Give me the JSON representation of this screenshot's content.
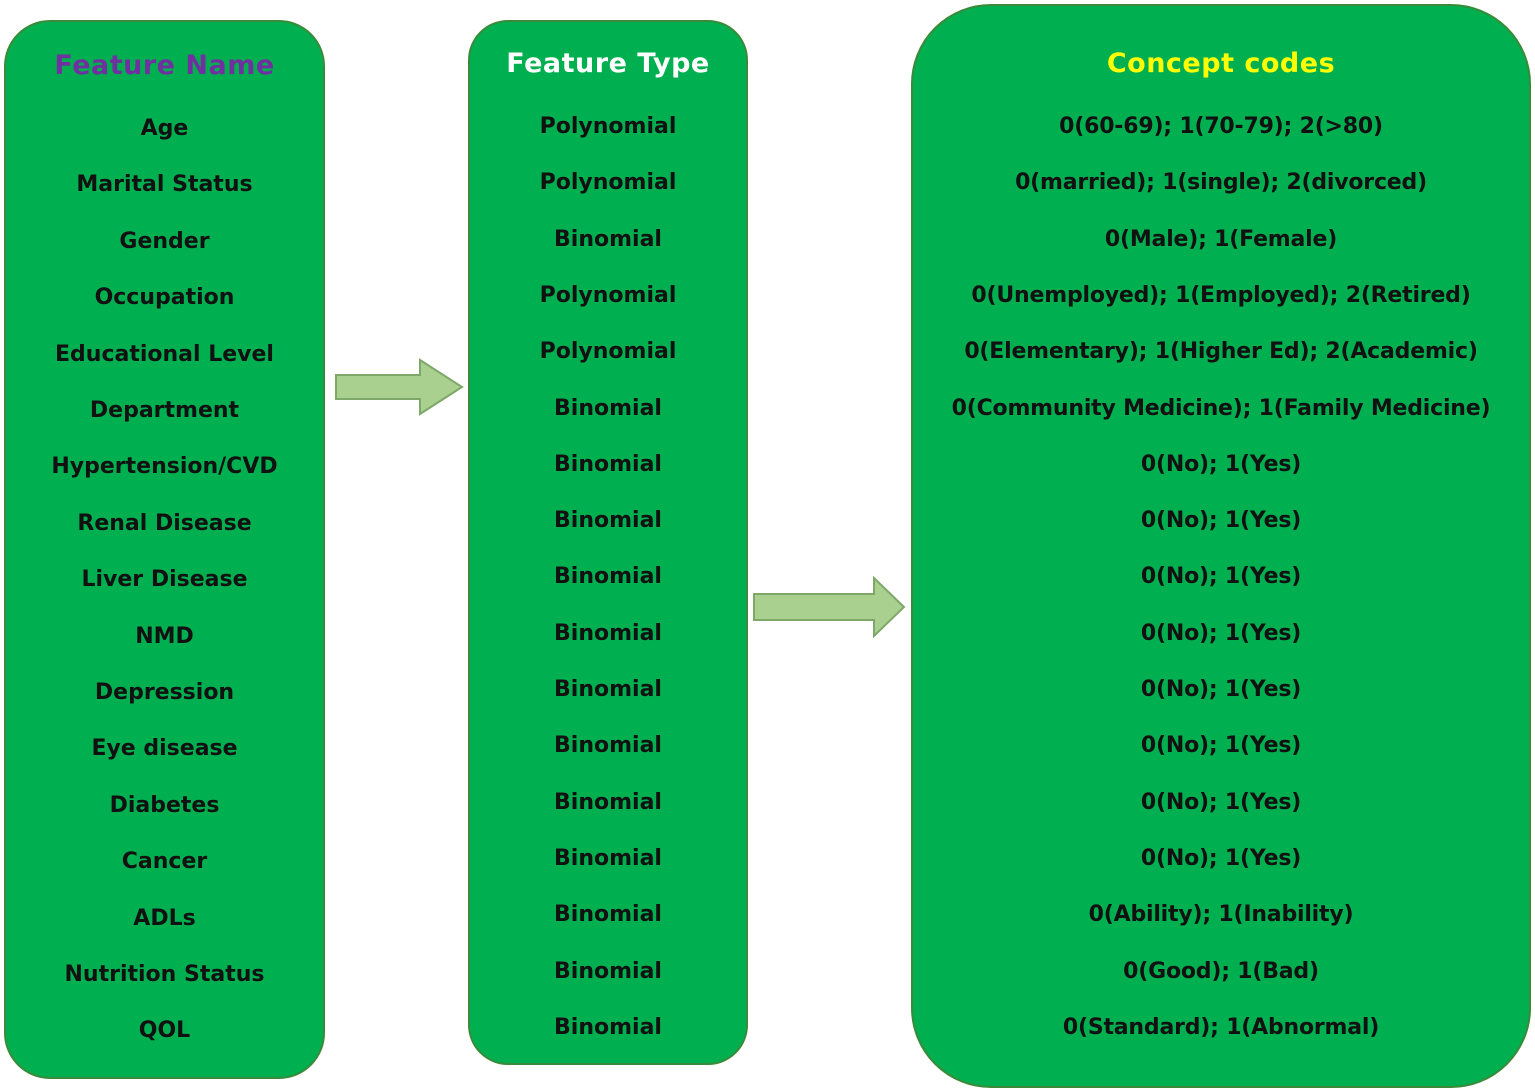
{
  "colors": {
    "panel_fill": "#00b050",
    "panel_border": "#3a8a3a",
    "arrow_fill": "#a9d08e",
    "arrow_stroke": "#7ea86a",
    "header_names": "#7030a0",
    "header_types": "#ffffff",
    "header_codes": "#ffff00",
    "cell_text": "#111111"
  },
  "columns": {
    "names": {
      "header": "Feature Name",
      "items": [
        "Age",
        "Marital Status",
        "Gender",
        "Occupation",
        "Educational Level",
        "Department",
        "Hypertension/CVD",
        "Renal Disease",
        "Liver Disease",
        "NMD",
        "Depression",
        "Eye disease",
        "Diabetes",
        "Cancer",
        "ADLs",
        "Nutrition Status",
        "QOL"
      ]
    },
    "types": {
      "header": "Feature Type",
      "items": [
        "Polynomial",
        "Polynomial",
        "Binomial",
        "Polynomial",
        "Polynomial",
        "Binomial",
        "Binomial",
        "Binomial",
        "Binomial",
        "Binomial",
        "Binomial",
        "Binomial",
        "Binomial",
        "Binomial",
        "Binomial",
        "Binomial",
        "Binomial"
      ]
    },
    "codes": {
      "header": "Concept codes",
      "items": [
        "0(60-69); 1(70-79); 2(>80)",
        "0(married); 1(single); 2(divorced)",
        "0(Male); 1(Female)",
        "0(Unemployed); 1(Employed); 2(Retired)",
        "0(Elementary); 1(Higher Ed); 2(Academic)",
        "0(Community Medicine); 1(Family Medicine)",
        "0(No); 1(Yes)",
        "0(No); 1(Yes)",
        "0(No); 1(Yes)",
        "0(No); 1(Yes)",
        "0(No); 1(Yes)",
        "0(No); 1(Yes)",
        "0(No); 1(Yes)",
        "0(No); 1(Yes)",
        "0(Ability); 1(Inability)",
        "0(Good); 1(Bad)",
        "0(Standard); 1(Abnormal)"
      ]
    }
  },
  "arrows": [
    {
      "name": "arrow-names-to-types",
      "direction": "right"
    },
    {
      "name": "arrow-types-to-codes",
      "direction": "right"
    }
  ]
}
